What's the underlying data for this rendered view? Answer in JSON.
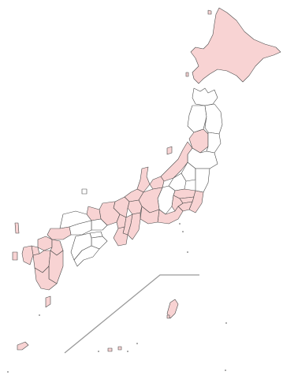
{
  "map": {
    "colors": {
      "highlighted": "#f8d3d3",
      "unhighlighted": "#ffffff",
      "border": "#4a4a4a",
      "okinawa_divider": "#9a9a9a"
    },
    "regions": [
      {
        "id": "hokkaido",
        "highlighted": true
      },
      {
        "id": "aomori",
        "highlighted": false
      },
      {
        "id": "iwate",
        "highlighted": false
      },
      {
        "id": "miyagi",
        "highlighted": false
      },
      {
        "id": "akita",
        "highlighted": false
      },
      {
        "id": "yamagata",
        "highlighted": true
      },
      {
        "id": "fukushima",
        "highlighted": false
      },
      {
        "id": "ibaraki",
        "highlighted": false
      },
      {
        "id": "tochigi",
        "highlighted": false
      },
      {
        "id": "gunma",
        "highlighted": false
      },
      {
        "id": "saitama",
        "highlighted": true
      },
      {
        "id": "chiba",
        "highlighted": true
      },
      {
        "id": "tokyo",
        "highlighted": true
      },
      {
        "id": "kanagawa",
        "highlighted": true
      },
      {
        "id": "niigata",
        "highlighted": true
      },
      {
        "id": "toyama",
        "highlighted": true
      },
      {
        "id": "ishikawa",
        "highlighted": true
      },
      {
        "id": "fukui",
        "highlighted": true
      },
      {
        "id": "yamanashi",
        "highlighted": true
      },
      {
        "id": "nagano",
        "highlighted": false
      },
      {
        "id": "gifu",
        "highlighted": true
      },
      {
        "id": "shizuoka",
        "highlighted": true
      },
      {
        "id": "aichi",
        "highlighted": true
      },
      {
        "id": "mie",
        "highlighted": true
      },
      {
        "id": "shiga",
        "highlighted": true
      },
      {
        "id": "kyoto",
        "highlighted": true
      },
      {
        "id": "osaka",
        "highlighted": true
      },
      {
        "id": "hyogo",
        "highlighted": true
      },
      {
        "id": "nara",
        "highlighted": true
      },
      {
        "id": "wakayama",
        "highlighted": true
      },
      {
        "id": "tottori",
        "highlighted": true
      },
      {
        "id": "shimane",
        "highlighted": false
      },
      {
        "id": "okayama",
        "highlighted": false
      },
      {
        "id": "hiroshima",
        "highlighted": false
      },
      {
        "id": "yamaguchi",
        "highlighted": true
      },
      {
        "id": "tokushima",
        "highlighted": false
      },
      {
        "id": "kagawa",
        "highlighted": false
      },
      {
        "id": "ehime",
        "highlighted": false
      },
      {
        "id": "kochi",
        "highlighted": false
      },
      {
        "id": "fukuoka",
        "highlighted": true
      },
      {
        "id": "saga",
        "highlighted": true
      },
      {
        "id": "nagasaki",
        "highlighted": true
      },
      {
        "id": "kumamoto",
        "highlighted": true
      },
      {
        "id": "oita",
        "highlighted": true
      },
      {
        "id": "miyazaki",
        "highlighted": true
      },
      {
        "id": "kagoshima",
        "highlighted": true
      },
      {
        "id": "okinawa",
        "highlighted": true
      }
    ]
  }
}
